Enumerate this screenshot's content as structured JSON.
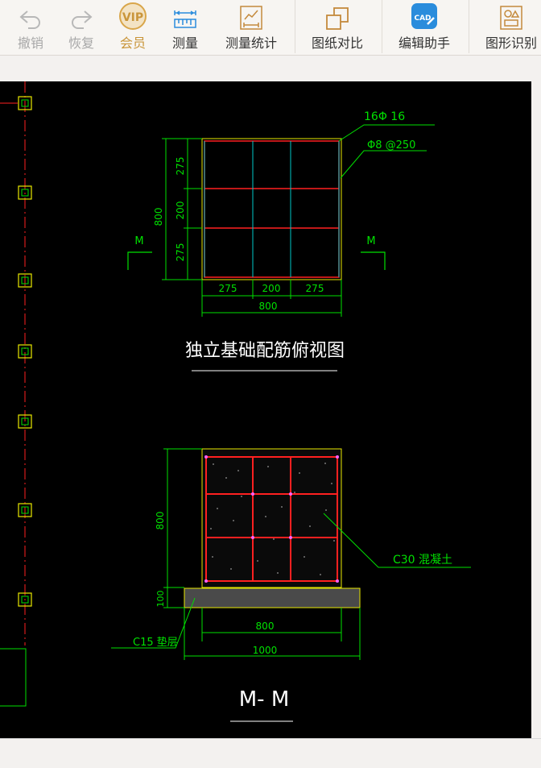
{
  "toolbar": {
    "undo_label": "撤销",
    "redo_label": "恢复",
    "vip_label": "会员",
    "vip_badge": "VIP",
    "measure_label": "测量",
    "measure_stats_label": "测量统计",
    "compare_label": "图纸对比",
    "edit_helper_label": "编辑助手",
    "edit_helper_badge": "CAD",
    "shape_recog_label": "图形识别"
  },
  "drawing": {
    "plan": {
      "rebar_main": "16Φ 16",
      "rebar_stirrup": "Φ8 @250",
      "dim_total_v": "800",
      "dim_v1": "275",
      "dim_v2": "200",
      "dim_v3": "275",
      "dim_h1": "275",
      "dim_h2": "200",
      "dim_h3": "275",
      "dim_total_h": "800",
      "section_left": "M",
      "section_right": "M",
      "title": "独立基础配筋俯视图"
    },
    "section": {
      "concrete_note": "C30 混凝土",
      "cushion_note": "C15 垫层",
      "dim_height": "800",
      "dim_cushion": "100",
      "dim_width_inner": "800",
      "dim_width_outer": "1000",
      "title": "M- M"
    }
  },
  "colors": {
    "toolbar_bg": "#f7f5f2",
    "canvas_bg": "#000000",
    "cad_green": "#00e000",
    "cad_red": "#ff2020",
    "cad_cyan": "#00c8c8",
    "cad_yellow": "#e8e800",
    "vip_gold": "#c9953a",
    "accent_blue": "#2a8cdc"
  }
}
